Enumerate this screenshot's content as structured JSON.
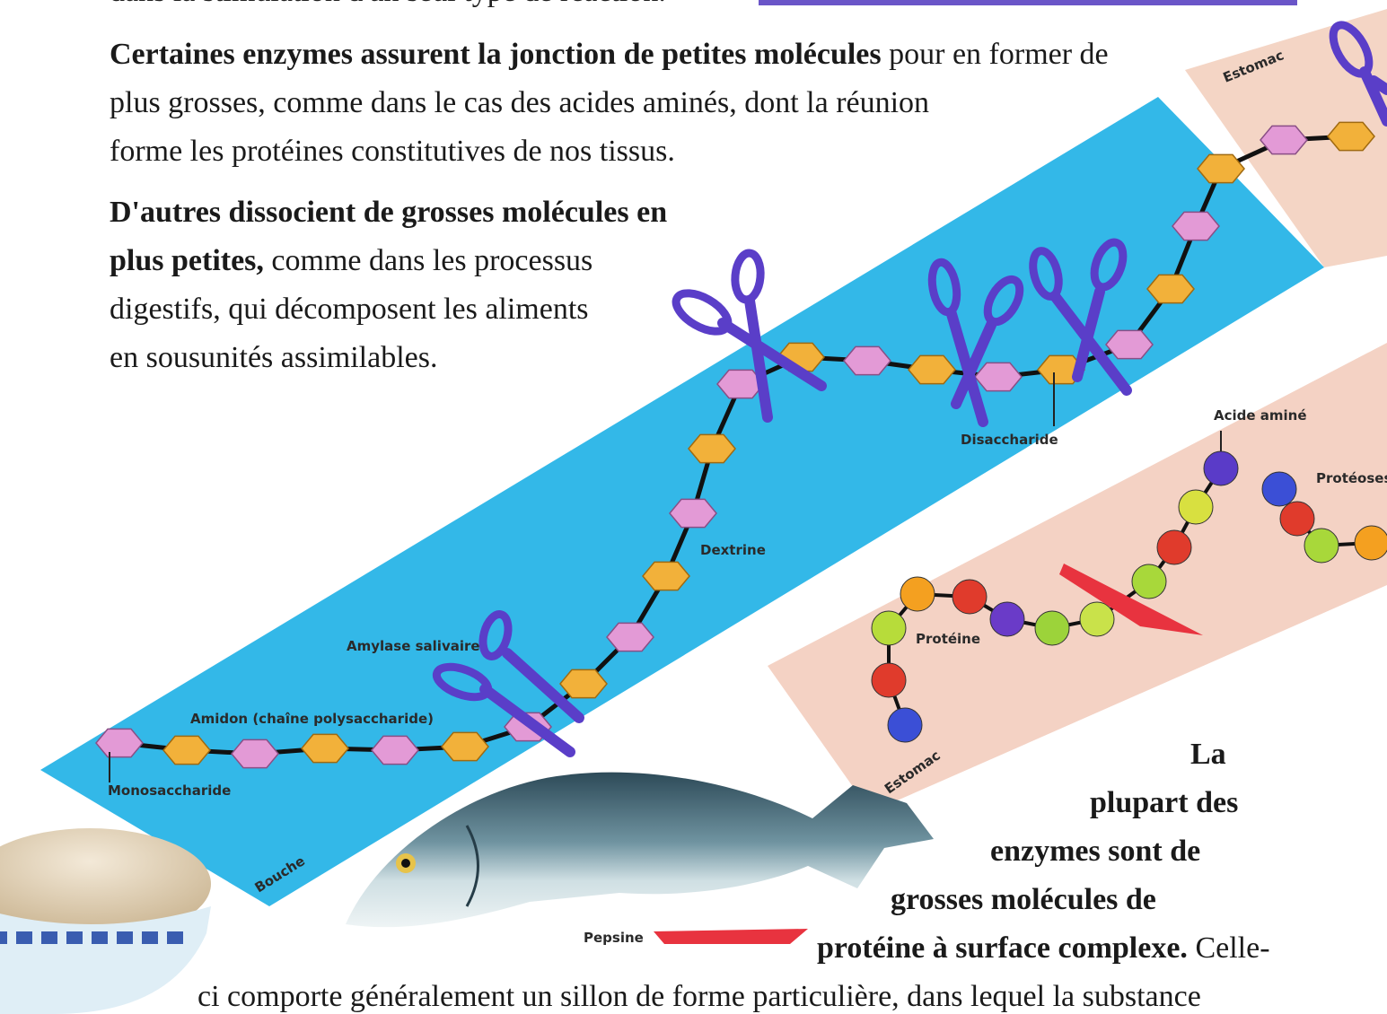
{
  "header_cut": "dans la stimulation d'un seul type de réaction.",
  "para1": {
    "bold": "Certaines enzymes assurent la jonction de petites molécules",
    "rest_line1": " pour en former de",
    "line2": "plus grosses, comme dans le cas des acides aminés, dont la réunion",
    "line3": "forme les protéines constitutives de nos tissus."
  },
  "para2": {
    "bold_line1": "D'autres dissocient de grosses molécules en",
    "bold_line2": "plus petites,",
    "rest_line2": " comme dans les processus",
    "line3": "digestifs, qui décomposent les aliments",
    "line4": "en sousunités assimilables."
  },
  "para3": {
    "line1": "La",
    "line2": "plupart des",
    "line3": "enzymes sont de",
    "line4": "grosses molécules de",
    "line5_bold": "protéine à surface complexe.",
    "line5_rest": " Celle-",
    "line6": "ci comporte généralement un sillon de forme particulière, dans lequel la substance"
  },
  "labels": {
    "estomac_top": "Estomac",
    "disaccharide": "Disaccharide",
    "dextrine": "Dextrine",
    "amylase": "Amylase salivaire",
    "amidon": "Amidon (chaîne polysaccharide)",
    "monosaccharide": "Monosaccharide",
    "bouche": "Bouche",
    "acide_amine": "Acide aminé",
    "proteoses": "Protéoses",
    "proteine": "Protéine",
    "estomac_bottom": "Estomac",
    "pepsine": "Pepsine"
  },
  "colors": {
    "blue_band": "#33b8e8",
    "pink_band": "#f3d2c6",
    "hex_yellow": "#f2b13a",
    "hex_pink": "#e39ad6",
    "scissors": "#5a3ec8",
    "pepsine_blade": "#e8333f"
  }
}
